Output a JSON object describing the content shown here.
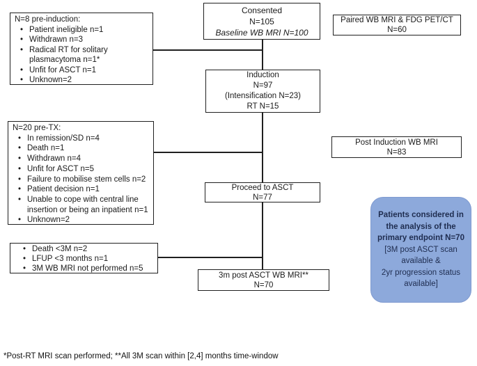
{
  "figure": {
    "type": "consort-flow-diagram",
    "background_color": "#ffffff",
    "line_color": "#1f1f1f",
    "accent_blue": "#8da9db",
    "endpoint_text_color": "#1f2d50"
  },
  "boxes": {
    "pre_induction": {
      "title": "N=8 pre-induction:",
      "bullets": [
        "Patient ineligible n=1",
        "Withdrawn n=3",
        "Radical RT for solitary plasmacytoma n=1*",
        "Unfit for ASCT n=1",
        "Unknown=2"
      ]
    },
    "consented": {
      "line1": "Consented",
      "line2": "N=105",
      "line3_italic": "Baseline WB MRI N=100"
    },
    "paired": {
      "line1": "Paired WB MRI & FDG PET/CT",
      "line2": "N=60"
    },
    "induction": {
      "line1": "Induction",
      "line2": "N=97",
      "line3": "(Intensification N=23)",
      "line4": "RT N=15"
    },
    "pre_tx": {
      "title": "N=20 pre-TX:",
      "bullets": [
        "In remission/SD n=4",
        "Death n=1",
        "Withdrawn n=4",
        "Unfit for ASCT n=5",
        "Failure to mobilise stem cells n=2",
        "Patient decision n=1",
        "Unable to cope with central line insertion or being an inpatient n=1",
        "Unknown=2"
      ]
    },
    "post_induction": {
      "line1": "Post Induction WB MRI",
      "line2": "N=83"
    },
    "proceed_asct": {
      "line1": "Proceed to ASCT",
      "line2": "N=77"
    },
    "dropouts_3m": {
      "bullets": [
        "Death <3M n=2",
        "LFUP <3 months n=1",
        "3M WB MRI not performed n=5"
      ]
    },
    "post_asct_mri": {
      "line1": "3m post ASCT WB MRI**",
      "line2": "N=70"
    },
    "endpoint": {
      "bold_text": "Patients considered in the analysis of the primary endpoint N=70",
      "normal_text_1": "[3M post ASCT scan available &",
      "normal_text_2": "2yr progression status available]"
    }
  },
  "footnote": "*Post-RT MRI scan performed; **All 3M scan within [2,4] months time-window"
}
